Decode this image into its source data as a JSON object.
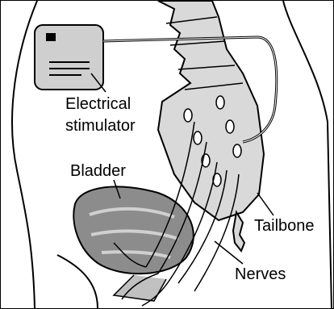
{
  "labels": {
    "stimulator_line1": "Electrical",
    "stimulator_line2": "stimulator",
    "bladder": "Bladder",
    "tailbone": "Tailbone",
    "nerves": "Nerves"
  },
  "colors": {
    "ink": "#000000",
    "skin": "#f2f2f2",
    "bone": "#d6d6d6",
    "bladder": "#8a8a8a",
    "device": "#c8c8c8"
  }
}
